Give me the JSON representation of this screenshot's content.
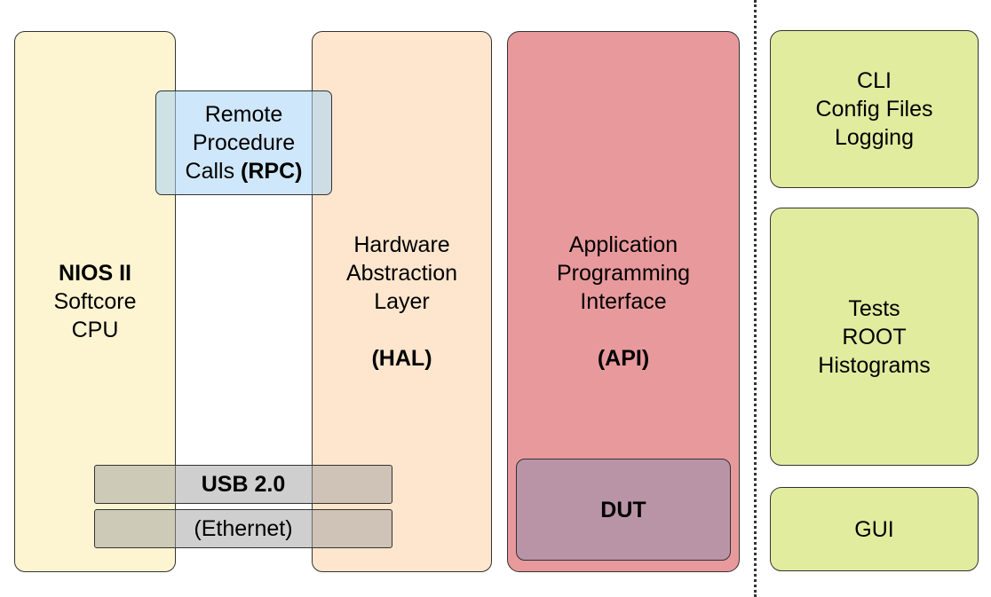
{
  "colors": {
    "nios_fill": "#fdf4d1",
    "hal_fill": "#fde6cd",
    "api_fill": "#e8999c",
    "dut_fill": "#b994a7",
    "rpc_fill": "rgba(168, 212, 245, 0.55)",
    "usb_fill": "rgba(160, 160, 160, 0.5)",
    "eth_fill": "rgba(160, 160, 160, 0.5)",
    "right_fill": "#e1ec9f",
    "border": "#333333"
  },
  "nios": {
    "title": "NIOS II",
    "line2": "Softcore",
    "line3": "CPU"
  },
  "rpc": {
    "line1": "Remote",
    "line2": "Procedure",
    "line3_prefix": "Calls ",
    "line3_bold": "(RPC)"
  },
  "hal": {
    "line1": "Hardware",
    "line2": "Abstraction",
    "line3": "Layer",
    "abbr": "(HAL)"
  },
  "api": {
    "line1": "Application",
    "line2": "Programming",
    "line3": "Interface",
    "abbr": "(API)"
  },
  "dut": {
    "label": "DUT"
  },
  "usb": {
    "label": "USB 2.0"
  },
  "ethernet": {
    "label": "(Ethernet)"
  },
  "cli_box": {
    "line1": "CLI",
    "line2": "Config Files",
    "line3": "Logging"
  },
  "tests_box": {
    "line1": "Tests",
    "line2": "ROOT",
    "line3": "Histograms"
  },
  "gui_box": {
    "label": "GUI"
  }
}
